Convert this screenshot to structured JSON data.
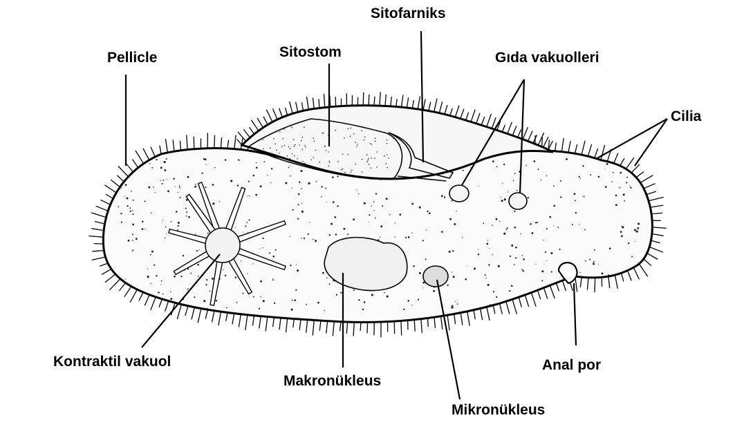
{
  "labels": {
    "sitofarniks": "Sitofarniks",
    "pellicle": "Pellicle",
    "sitostom": "Sitostom",
    "gida_vakuolleri": "Gıda vakuolleri",
    "cilia": "Cilia",
    "kontraktil_vakuol": "Kontraktil vakuol",
    "makronukleus": "Makronükleus",
    "anal_por": "Anal por",
    "mikronukleus": "Mikronükleus"
  },
  "colors": {
    "background": "#ffffff",
    "ink": "#000000",
    "body_fill": "#fafafa"
  }
}
